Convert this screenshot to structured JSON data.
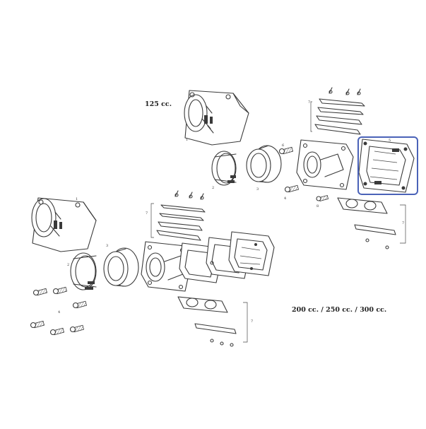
{
  "titles": {
    "small_engine": "125 cc.",
    "large_engines": "200 cc. / 250 cc. / 300 cc."
  },
  "part_labels": {
    "top": [
      "1",
      "2",
      "3",
      "4",
      "5",
      "6",
      "7",
      "7",
      "8"
    ],
    "bottom": [
      "1",
      "2",
      "3",
      "4",
      "7",
      "7"
    ]
  },
  "highlight": {
    "color": "#4a62b8",
    "target": "5"
  }
}
